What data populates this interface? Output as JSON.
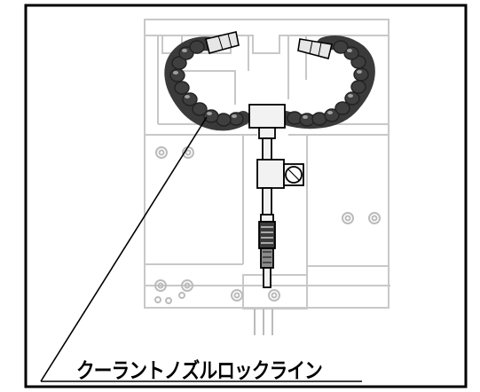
{
  "header": {
    "caption": ""
  },
  "callout": {
    "label": "クーラントノズルロックライン"
  },
  "colors": {
    "frame": "#000000",
    "machine_outline": "#c8c8c8",
    "hose_dark": "#3a3a3a",
    "hose_light": "#9a9a9a",
    "metal": "#e6e6e6"
  },
  "icons": [
    "coolant-hose",
    "nozzle-tip",
    "tee-connector",
    "mounting-clamp",
    "valve",
    "bolt"
  ]
}
